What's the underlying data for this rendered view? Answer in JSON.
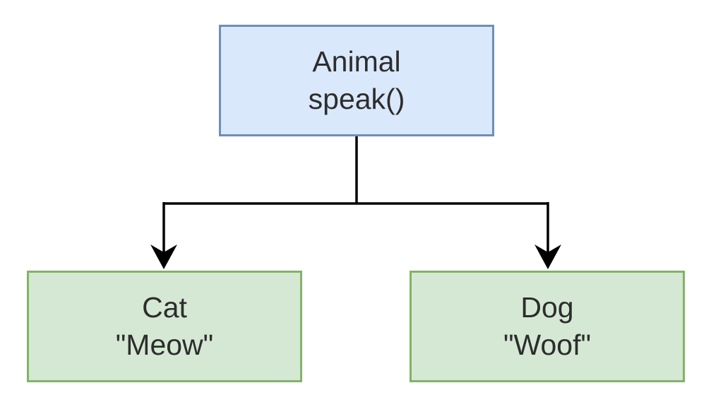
{
  "diagram": {
    "kind": "class-inheritance-tree",
    "background_color": "#ffffff",
    "connector_color": "#000000",
    "text_color": "#2d2d2d",
    "nodes": [
      {
        "id": "animal",
        "title": "Animal",
        "subtitle": "speak()",
        "fill": "#dae8fc",
        "border": "#6c8ebf"
      },
      {
        "id": "cat",
        "title": "Cat",
        "subtitle": "\"Meow\"",
        "fill": "#d5e8d4",
        "border": "#82b366"
      },
      {
        "id": "dog",
        "title": "Dog",
        "subtitle": "\"Woof\"",
        "fill": "#d5e8d4",
        "border": "#82b366"
      }
    ],
    "edges": [
      {
        "from": "animal",
        "to": "cat",
        "arrow": "end"
      },
      {
        "from": "animal",
        "to": "dog",
        "arrow": "end"
      }
    ]
  }
}
